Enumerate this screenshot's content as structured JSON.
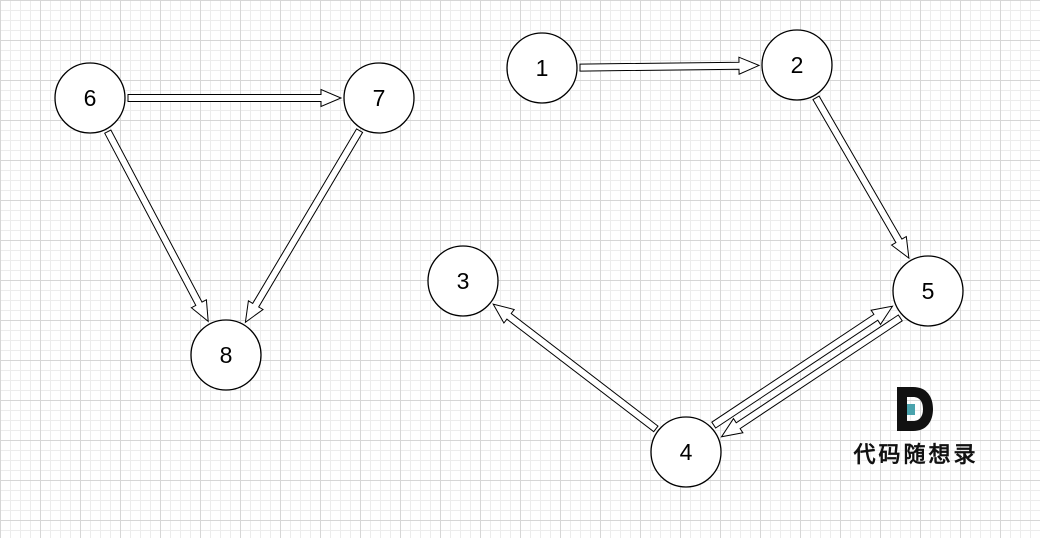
{
  "graph": {
    "nodes": [
      {
        "id": "1",
        "label": "1"
      },
      {
        "id": "2",
        "label": "2"
      },
      {
        "id": "3",
        "label": "3"
      },
      {
        "id": "4",
        "label": "4"
      },
      {
        "id": "5",
        "label": "5"
      },
      {
        "id": "6",
        "label": "6"
      },
      {
        "id": "7",
        "label": "7"
      },
      {
        "id": "8",
        "label": "8"
      }
    ],
    "edges": [
      {
        "from": "1",
        "to": "2"
      },
      {
        "from": "2",
        "to": "5"
      },
      {
        "from": "5",
        "to": "4"
      },
      {
        "from": "4",
        "to": "5"
      },
      {
        "from": "4",
        "to": "3"
      },
      {
        "from": "6",
        "to": "7"
      },
      {
        "from": "6",
        "to": "8"
      },
      {
        "from": "7",
        "to": "8"
      }
    ]
  },
  "watermark": {
    "text": "代码随想录",
    "colors": {
      "dark": "#111111",
      "accent": "#4aa3ad"
    }
  }
}
